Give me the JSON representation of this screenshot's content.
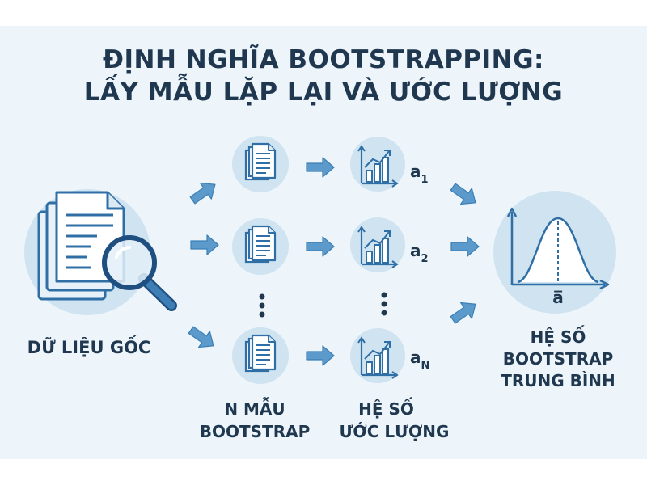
{
  "title": {
    "line1": "ĐỊNH NGHĨA BOOTSTRAPPING:",
    "line2": "LẤY MẪU LẶP LẠI VÀ ƯỚC LƯỢNG"
  },
  "original_data": {
    "label": "DỮ LIỆU GỐC"
  },
  "samples": {
    "label_line1": "N MẪU",
    "label_line2": "BOOTSTRAP"
  },
  "estimates": {
    "label_line1": "HỆ SỐ",
    "label_line2": "ƯỚC LƯỢNG",
    "coef_1": "a",
    "sub_1": "1",
    "coef_2": "a",
    "sub_2": "2",
    "coef_n": "a",
    "sub_n": "N"
  },
  "result": {
    "mean_symbol": "a̅",
    "label_line1": "HỆ SỐ",
    "label_line2": "BOOTSTRAP",
    "label_line3": "TRUNG BÌNH"
  },
  "colors": {
    "background": "#edf5fa",
    "circle": "#cfe3f1",
    "accent": "#3d7fb5",
    "text": "#1f3850"
  }
}
